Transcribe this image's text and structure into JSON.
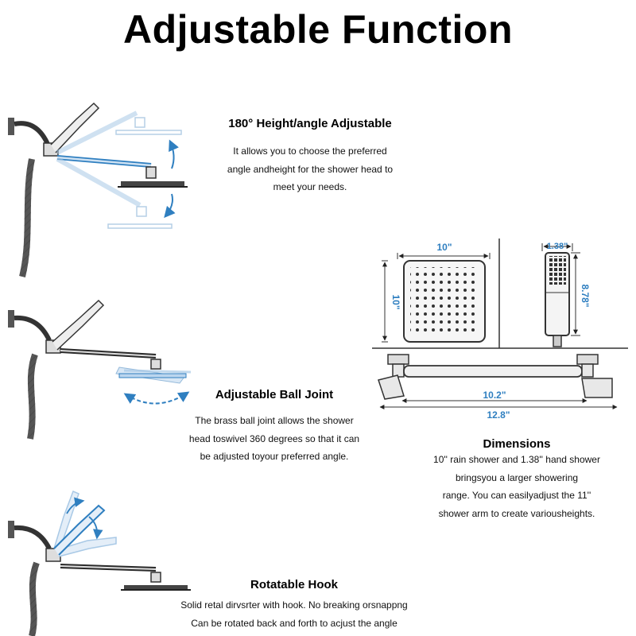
{
  "title": "Adjustable Function",
  "features": [
    {
      "heading": "180° Height/angle Adjustable",
      "lines": [
        "It allows you to choose the preferred",
        "angle andheight for the shower head to",
        "meet your needs."
      ]
    },
    {
      "heading": "Adjustable Ball Joint",
      "lines": [
        "The brass ball joint allows the shower",
        "head toswivel 360 degrees so that it can",
        "be adjusted toyour preferred angle."
      ]
    },
    {
      "heading": "Dimensions",
      "lines": [
        "10'' rain shower and 1.38'' hand shower",
        "bringsyou a larger showering",
        "range. You can easilyadjust the 11''",
        "shower arm to create variousheights."
      ]
    },
    {
      "heading": "Rotatable Hook",
      "lines": [
        "Solid retal dirvsrter with hook. No breaking orsnappng",
        "Can be rotated back and forth to acjust the angle"
      ]
    }
  ],
  "dimensions": {
    "head_width": "10\"",
    "head_height": "10\"",
    "hand_width": "1.38\"",
    "hand_length": "8.78\"",
    "arm_inner": "10.2\"",
    "arm_total": "12.8\""
  },
  "colors": {
    "accent": "#2f7fc0",
    "line": "#222222",
    "ghost": "#a9c9e6"
  }
}
